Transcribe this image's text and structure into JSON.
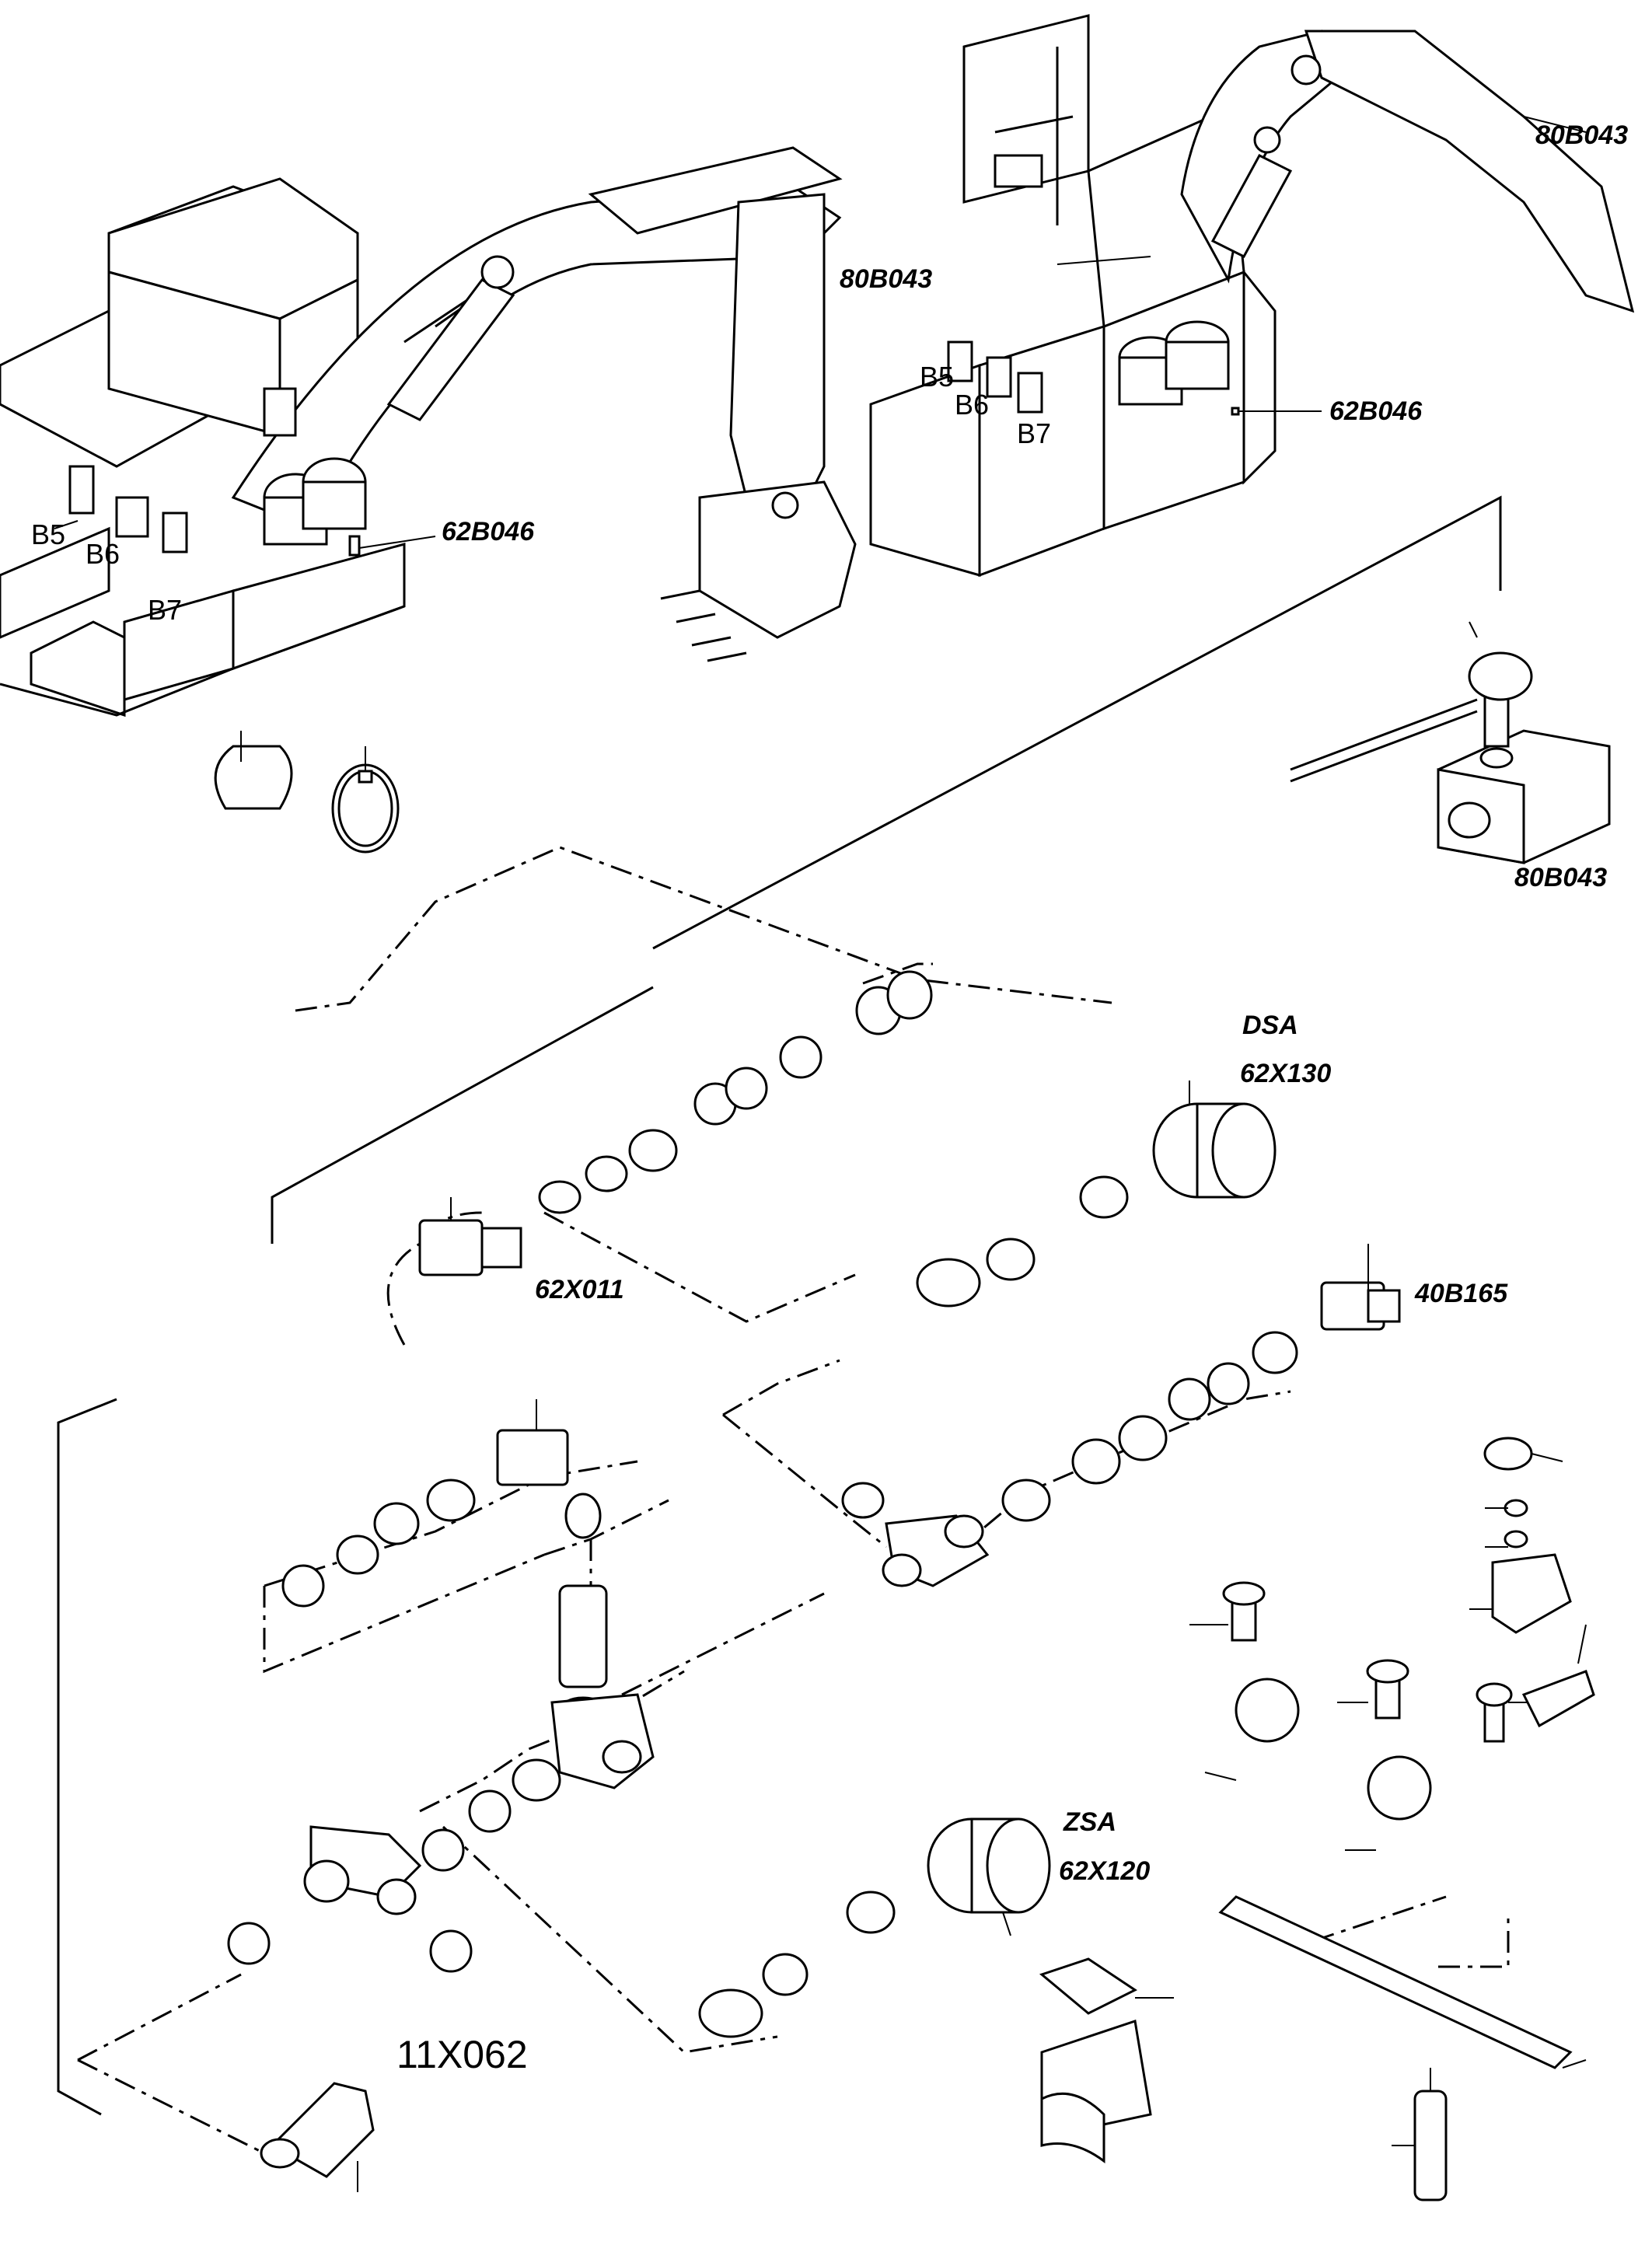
{
  "labels": {
    "top_right_80B043": "80B043",
    "mid_80B043": "80B043",
    "right_62B046": "62B046",
    "left_62B046": "62B046",
    "valve_80B043": "80B043",
    "b5_left": "B5",
    "b6_left": "B6",
    "b7_left": "B7",
    "b5_right": "B5",
    "b6_right": "B6",
    "b7_right": "B7",
    "dsa": "DSA",
    "dsa_code": "62X130",
    "connector_62X011": "62X011",
    "connector_40B165": "40B165",
    "zsa": "ZSA",
    "zsa_code": "62X120",
    "harness_11X062": "11X062"
  }
}
